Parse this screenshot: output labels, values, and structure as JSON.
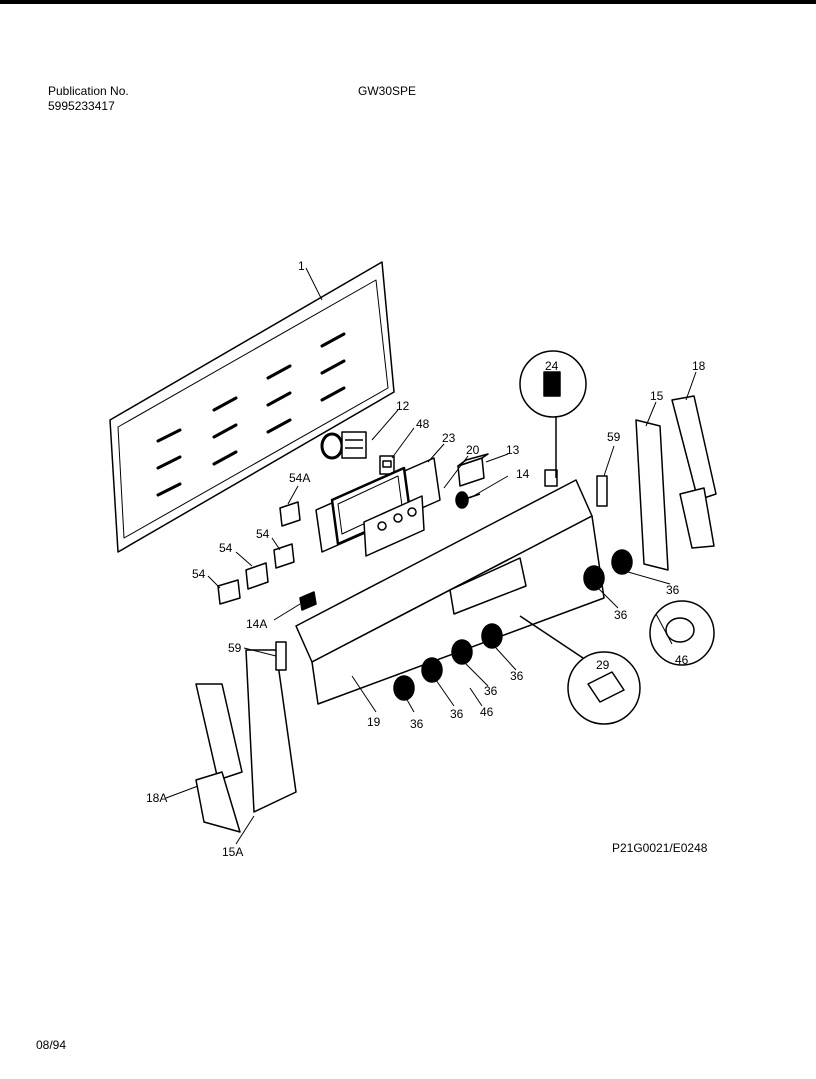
{
  "header": {
    "publication_label": "Publication No.",
    "publication_number": "5995233417",
    "model": "GW30SPE"
  },
  "footer": {
    "reference_code": "P21G0021/E0248",
    "date": "08/94"
  },
  "callouts": {
    "c1": "1",
    "c12": "12",
    "c48": "48",
    "c23": "23",
    "c20": "20",
    "c13": "13",
    "c14": "14",
    "c24": "24",
    "c18": "18",
    "c15": "15",
    "c59a": "59",
    "c54A": "54A",
    "c54a": "54",
    "c54b": "54",
    "c54c": "54",
    "c14A": "14A",
    "c59b": "59",
    "c36a": "36",
    "c36b": "36",
    "c46a": "46",
    "c29": "29",
    "c36c": "36",
    "c36d": "36",
    "c46b": "46",
    "c36e": "36",
    "c36f": "36",
    "c19": "19",
    "c18A": "18A",
    "c15A": "15A"
  }
}
